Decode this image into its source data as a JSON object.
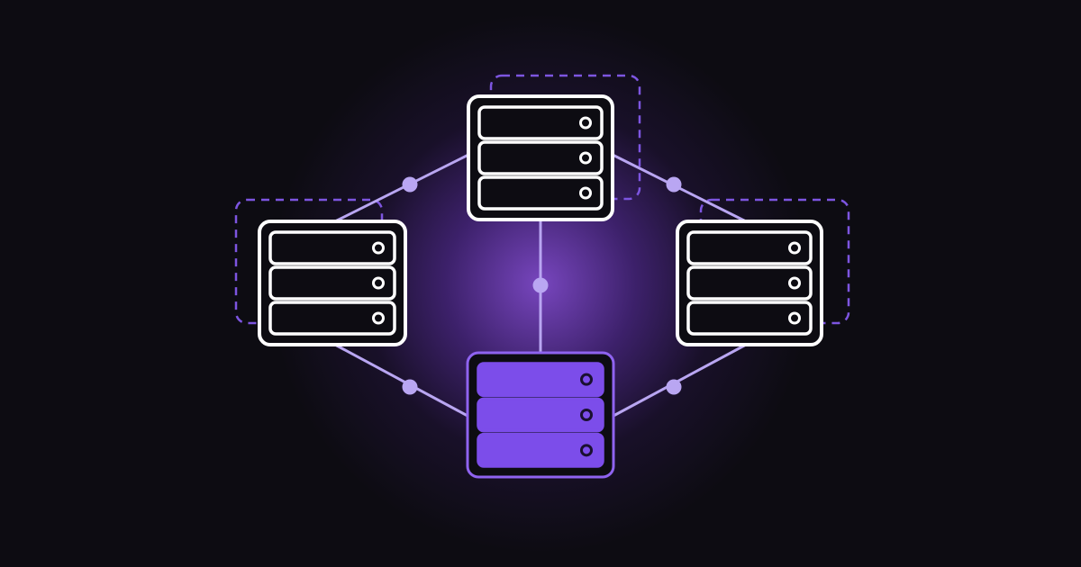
{
  "diagram": {
    "type": "server-network",
    "nodes": [
      {
        "id": "top",
        "state": "default"
      },
      {
        "id": "left",
        "state": "default"
      },
      {
        "id": "right",
        "state": "default"
      },
      {
        "id": "bottom",
        "state": "highlighted"
      }
    ],
    "edges": [
      {
        "from": "top",
        "to": "left"
      },
      {
        "from": "top",
        "to": "right"
      },
      {
        "from": "top",
        "to": "bottom"
      },
      {
        "from": "left",
        "to": "bottom"
      },
      {
        "from": "right",
        "to": "bottom"
      }
    ],
    "units_per_server": 3,
    "colors": {
      "background": "#0d0c12",
      "glow": "#8a50dc",
      "server_stroke": "#ffffff",
      "server_fill": "#0d0c12",
      "highlight_fill": "#7c4dea",
      "highlight_stroke": "#8f63f0",
      "connector": "#b9a6f2",
      "dashed_frame": "#7d55e0"
    },
    "icons": {
      "server": "server-rack-icon",
      "connector": "connector-dot-icon"
    }
  }
}
